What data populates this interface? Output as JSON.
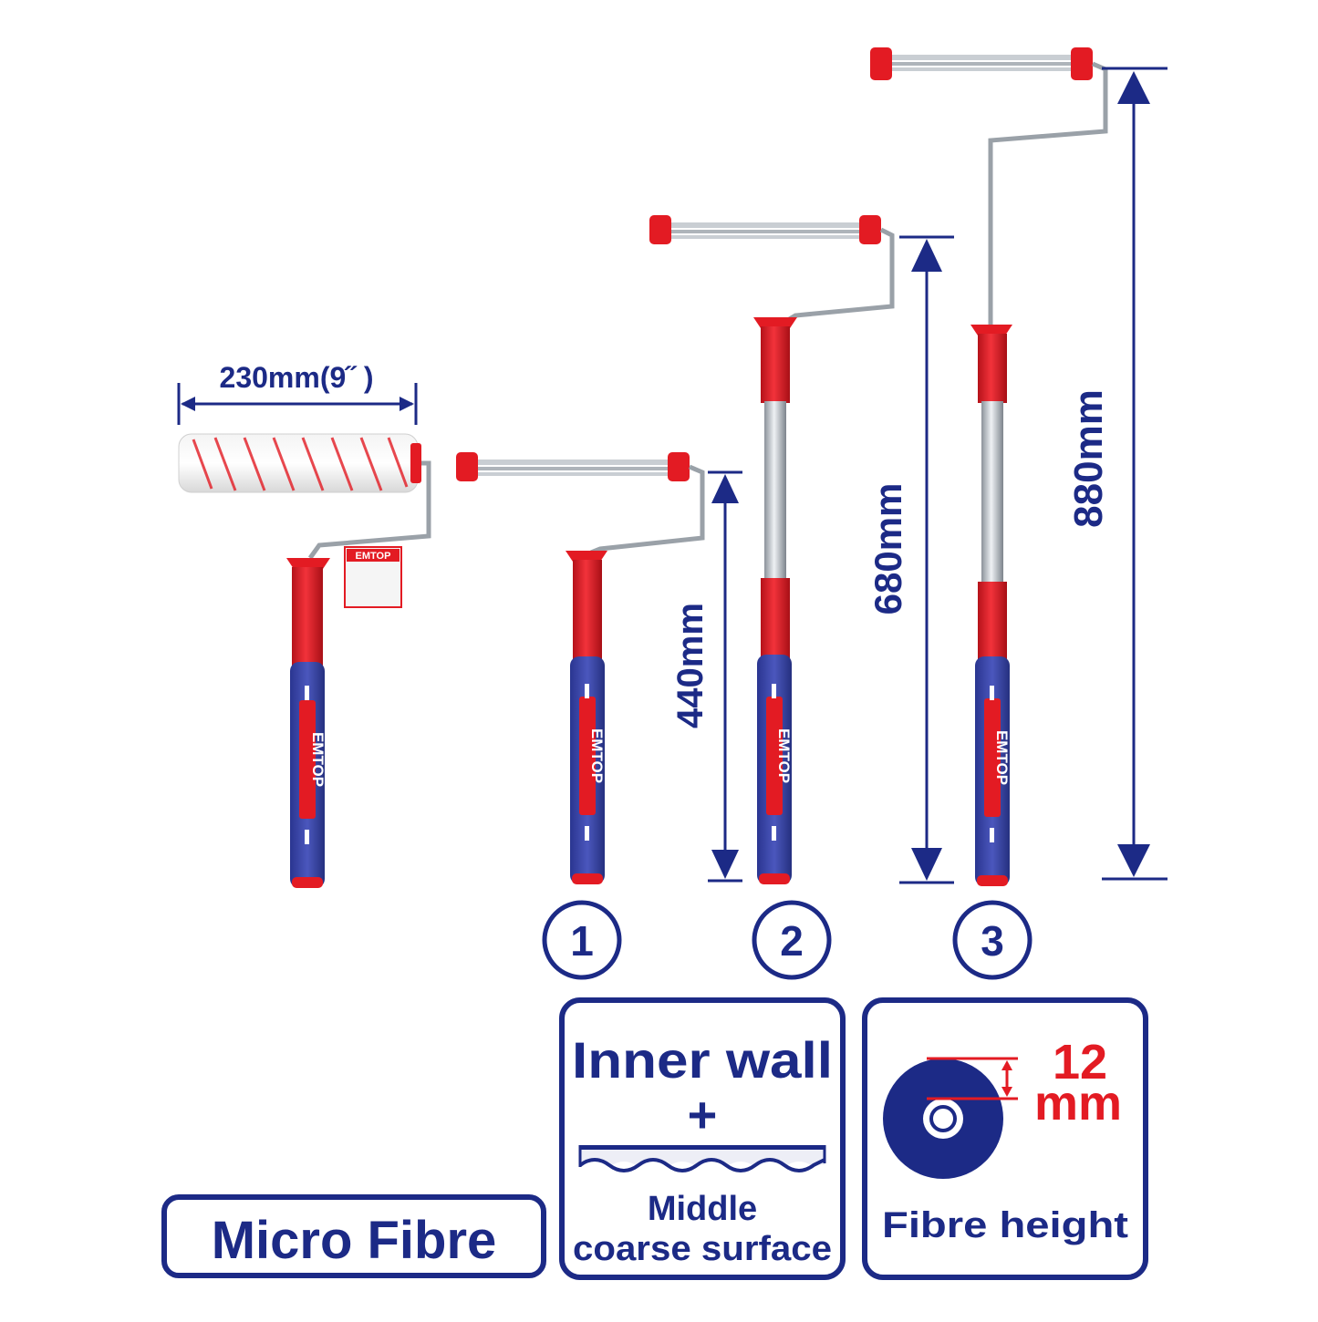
{
  "brand": "EMTOP",
  "colors": {
    "navy": "#1c2a86",
    "red": "#e31b23",
    "handle_blue": "#3a46a8",
    "steel": "#b9bfc6"
  },
  "dimensions": {
    "width": "230mm(9˝ )",
    "length_1": "440mm",
    "length_2": "680mm",
    "length_3": "880mm"
  },
  "numbers": [
    "1",
    "2",
    "3"
  ],
  "material_label": "Micro Fibre",
  "surface_box": {
    "title": "Inner wall",
    "plus": "+",
    "line1": "Middle",
    "line2": "coarse surface",
    "icon": "wavy-surface-icon"
  },
  "fibre_box": {
    "value": "12",
    "unit": "mm",
    "label": "Fibre height",
    "icon": "roller-cross-section-icon"
  }
}
